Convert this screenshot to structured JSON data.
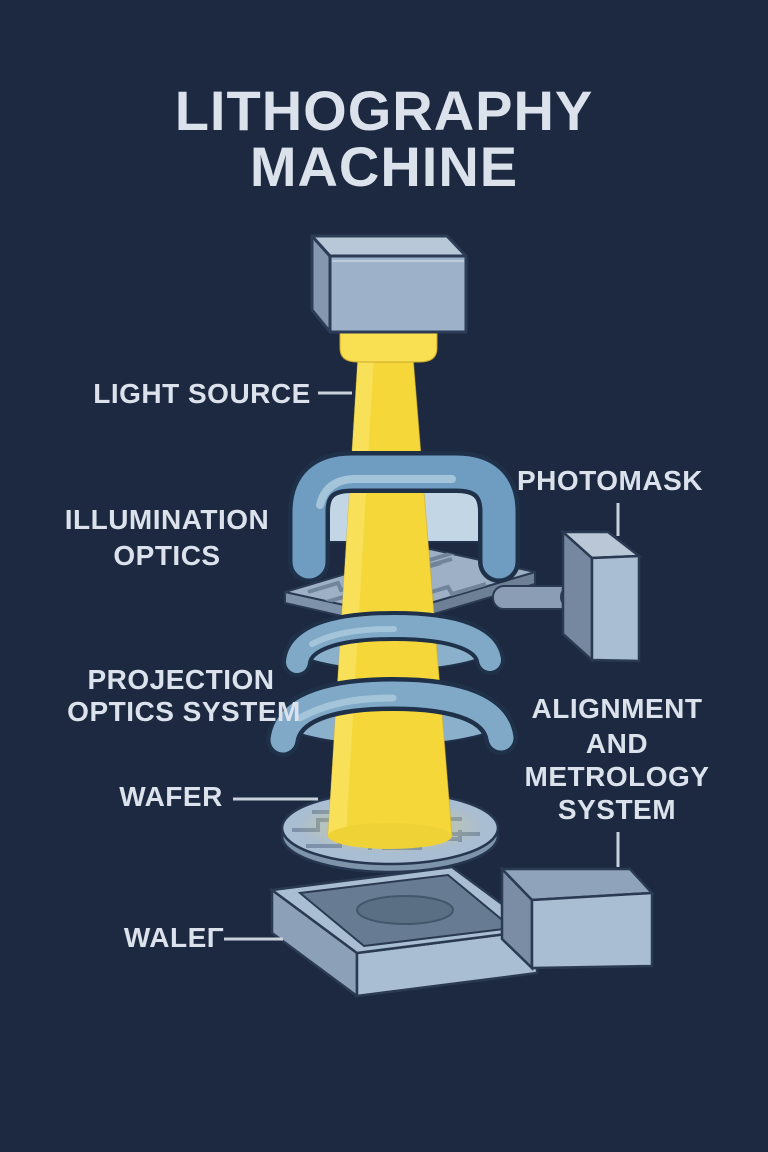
{
  "title": {
    "line1": "LITHOGRAPHY",
    "line2": "MACHINE"
  },
  "labels": {
    "light_source": "LIGHT SOURCE",
    "illumination_optics_line1": "ILLUMINATION",
    "illumination_optics_line2": "OPTICS",
    "photomask": "PHOTOMASK",
    "projection_optics_line1": "PROJECTION",
    "projection_optics_line2": "OPTICS SYSTEM",
    "wafer": "WAFER",
    "alignment_line1": "ALIGNMENT",
    "alignment_line2": "AND",
    "alignment_line3": "METROLOGY",
    "alignment_line4": "SYSTEM",
    "wafer_stage": "WALEΓ"
  },
  "colors": {
    "background": "#1c2940",
    "text": "#dbe2ec",
    "leader_line": "#c9d1dc",
    "beam_yellow": "#f5d73a",
    "beam_highlight": "#f8e35e",
    "machine_blue": "#6f9dc2",
    "machine_blue_light": "#a4c4da",
    "panel_gray_blue": "#a9bdd3",
    "panel_dark_side": "#76889f",
    "outline_dark": "#22324c"
  }
}
